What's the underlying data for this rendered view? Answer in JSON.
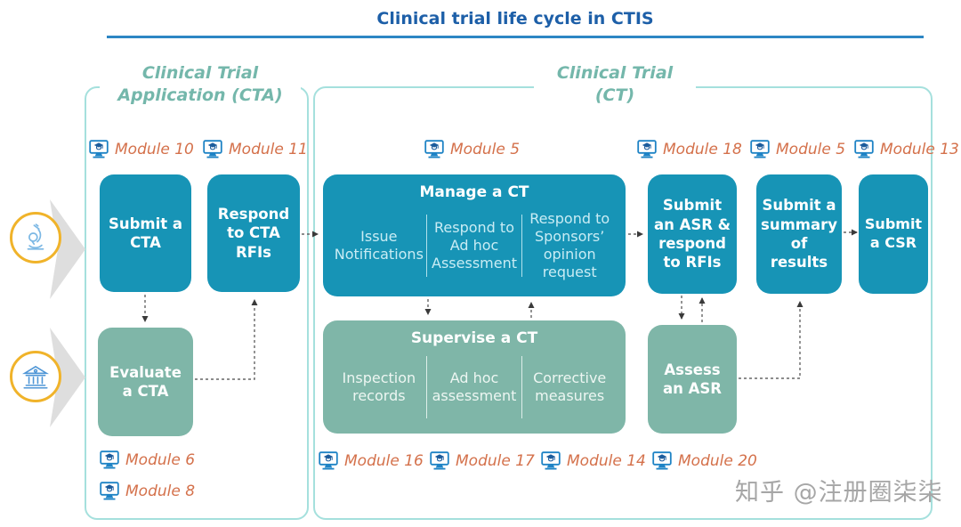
{
  "title": "Clinical trial life cycle in CTIS",
  "sections": {
    "cta": {
      "header": "Clinical Trial\nApplication (CTA)"
    },
    "ct": {
      "header": "Clinical Trial\n(CT)"
    }
  },
  "modules": {
    "top": [
      "Module 10",
      "Module 11",
      "Module 5",
      "Module 18",
      "Module 5",
      "Module 13"
    ],
    "bottom_left": [
      "Module 6",
      "Module 8"
    ],
    "bottom": [
      "Module 16",
      "Module 17",
      "Module 14",
      "Module 20"
    ]
  },
  "boxes": {
    "submit_cta": "Submit a CTA",
    "respond_cta_rfis": "Respond to CTA RFIs",
    "manage_ct": {
      "title": "Manage a CT",
      "items": [
        "Issue Notifications",
        "Respond to Ad hoc Assessment",
        "Respond to Sponsors’ opinion request"
      ]
    },
    "submit_asr": "Submit an ASR & respond to RFIs",
    "submit_summary": "Submit a summary of results",
    "submit_csr": "Submit a CSR",
    "evaluate_cta": "Evaluate a CTA",
    "supervise_ct": {
      "title": "Supervise a CT",
      "items": [
        "Inspection records",
        "Ad hoc assessment",
        "Corrective measures"
      ]
    },
    "assess_asr": "Assess an ASR"
  },
  "actors": {
    "sponsor_icon": "microscope-icon",
    "authority_icon": "bank-icon"
  },
  "module_icon": "training-monitor-icon",
  "watermark": "知乎 @注册圈柒柒",
  "colors": {
    "teal_box": "#1794b6",
    "sage_box": "#7fb6a8",
    "title_blue": "#1d5fa8",
    "underline_blue": "#2d86c4",
    "section_border": "#a5e0dd",
    "section_header_text": "#74b7ab",
    "module_label_orange": "#d4714b",
    "gold_ring": "#f0b32a",
    "pale_cyan_text": "#c9ecf4",
    "watermark_gray": "#a6a6a6"
  }
}
